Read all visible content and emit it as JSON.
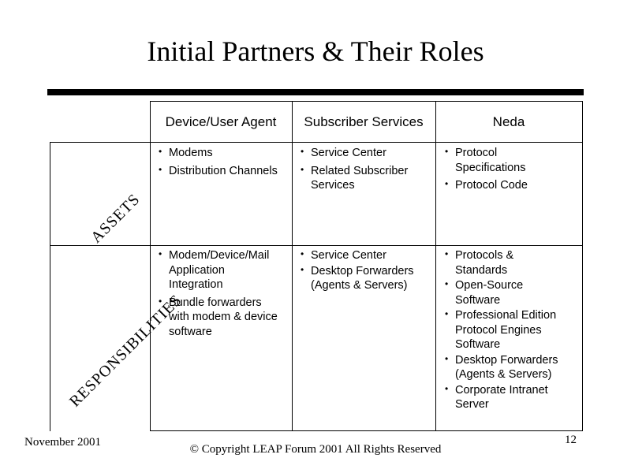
{
  "slide": {
    "title": "Initial Partners & Their Roles"
  },
  "table": {
    "columns": [
      "Device/User Agent",
      "Subscriber Services",
      "Neda"
    ],
    "row_labels": {
      "assets": "ASSETS",
      "responsibilities": "RESPONSIBILITIES"
    },
    "bullet_glyph": "•",
    "assets": {
      "device": [
        "Modems",
        "Distribution Channels"
      ],
      "subscriber": [
        "Service Center",
        "Related Subscriber\n          Services"
      ],
      "neda": [
        "Protocol\nSpecifications",
        "Protocol Code"
      ]
    },
    "responsibilities": {
      "device": [
        "Modem/Device/Mail\nApplication\nIntegration",
        "Bundle forwarders\nwith modem & device\nsoftware"
      ],
      "subscriber": [
        "Service Center",
        "Desktop Forwarders\n(Agents & Servers)"
      ],
      "neda": [
        "Protocols &\nStandards",
        "Open-Source\nSoftware",
        "Professional Edition\nProtocol Engines\nSoftware",
        "Desktop Forwarders\n(Agents & Servers)",
        "Corporate Intranet\nServer"
      ]
    }
  },
  "footer": {
    "date": "November 2001",
    "copyright": "© Copyright LEAP Forum 2001 All Rights Reserved",
    "page_number": "12"
  }
}
